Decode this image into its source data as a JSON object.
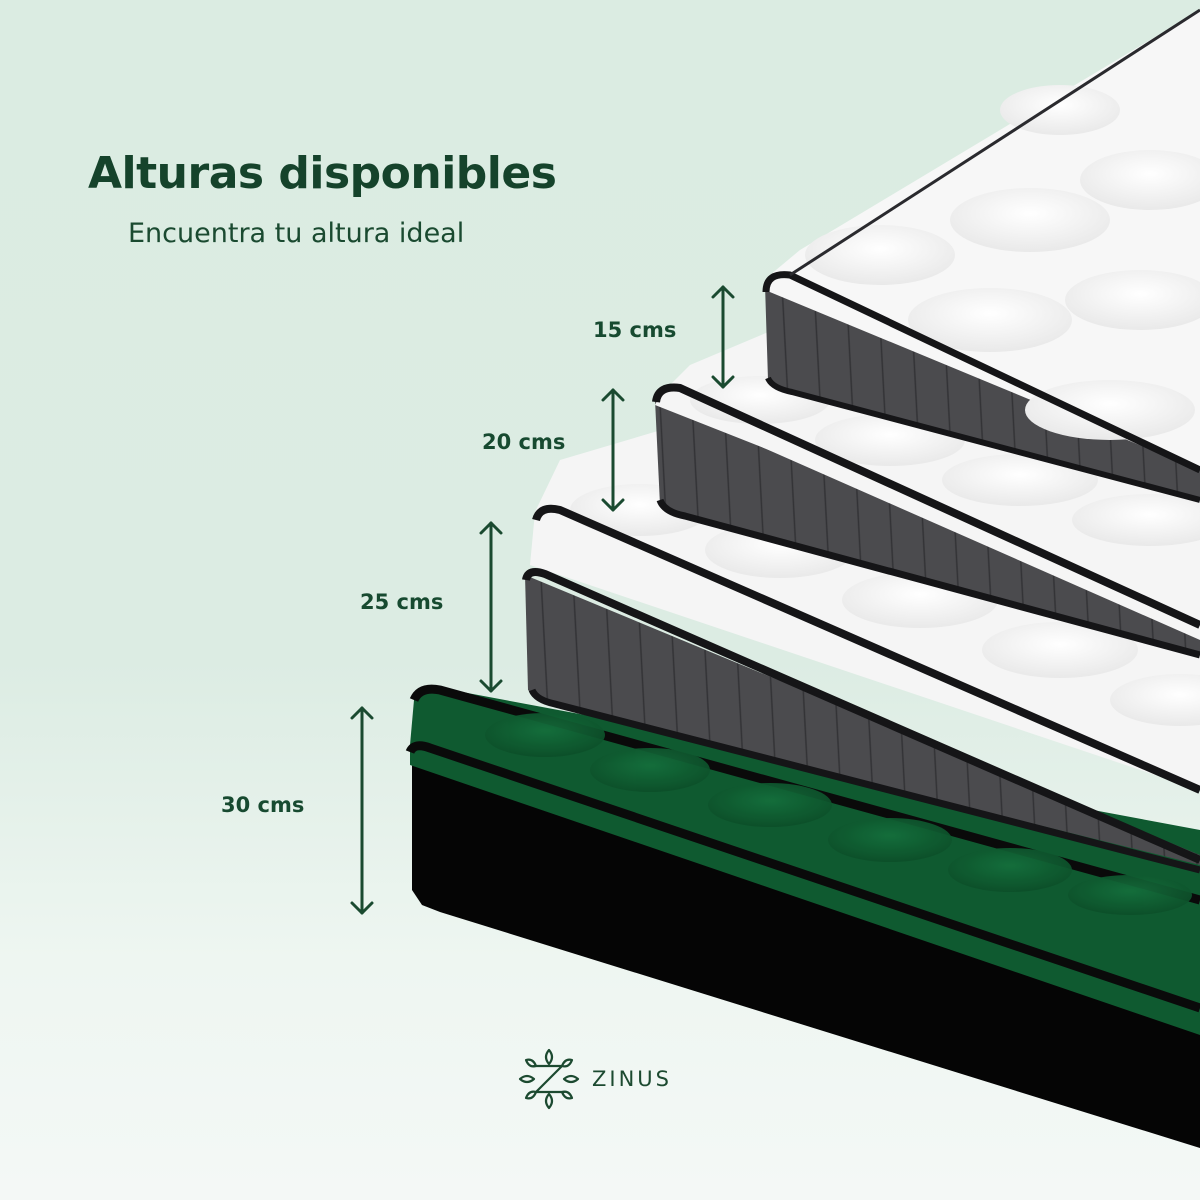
{
  "header": {
    "title": "Alturas disponibles",
    "subtitle": "Encuentra tu altura ideal"
  },
  "heights": [
    {
      "label": "15 cms",
      "value_cm": 15,
      "layer": "white top / grey side"
    },
    {
      "label": "20 cms",
      "value_cm": 20,
      "layer": "white top / grey side"
    },
    {
      "label": "25 cms",
      "value_cm": 25,
      "layer": "white top / grey side"
    },
    {
      "label": "30 cms",
      "value_cm": 30,
      "layer": "green top / black side"
    }
  ],
  "brand": {
    "name": "ZINUS",
    "icon": "leaf-z-logo-icon"
  },
  "colors": {
    "background_top": "#dbece2",
    "background_bottom": "#f4f8f6",
    "text_dark_green": "#15432b",
    "arrow_green": "#1a4a30",
    "mattress_white": "#f6f6f6",
    "mattress_grey": "#4a4a4c",
    "mattress_piping": "#1a1a1c",
    "mattress_green": "#0f5a30",
    "mattress_black": "#050505"
  }
}
